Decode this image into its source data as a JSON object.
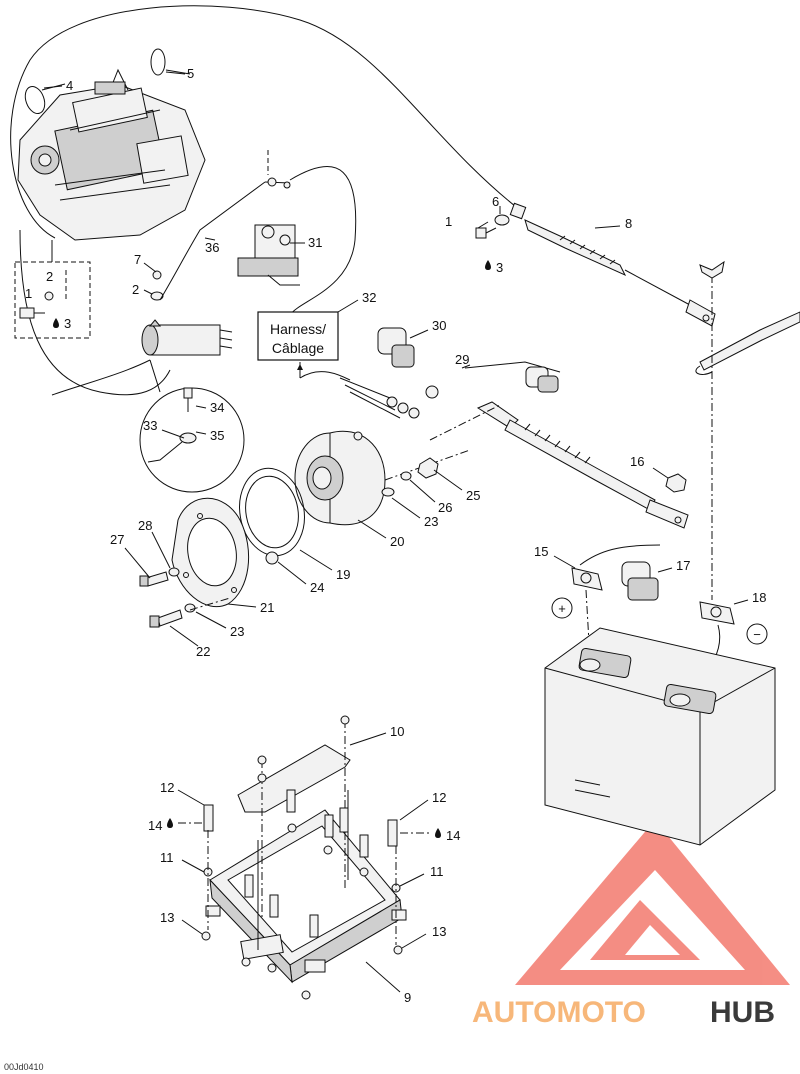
{
  "callouts": {
    "c1a": "1",
    "c1b": "1",
    "c2a": "2",
    "c2b": "2",
    "c3a": "3",
    "c3b": "3",
    "c4": "4",
    "c5": "5",
    "c6": "6",
    "c7": "7",
    "c8": "8",
    "c9": "9",
    "c10": "10",
    "c11a": "11",
    "c11b": "11",
    "c12a": "12",
    "c12b": "12",
    "c13a": "13",
    "c13b": "13",
    "c14a": "14",
    "c14b": "14",
    "c15": "15",
    "c16": "16",
    "c17": "17",
    "c18": "18",
    "c19": "19",
    "c20": "20",
    "c21": "21",
    "c22": "22",
    "c23a": "23",
    "c23b": "23",
    "c24": "24",
    "c25": "25",
    "c26": "26",
    "c27": "27",
    "c28": "28",
    "c29": "29",
    "c30": "30",
    "c31": "31",
    "c32": "32",
    "c33": "33",
    "c34": "34",
    "c35": "35",
    "c36": "36"
  },
  "harness_label": {
    "line1": "Harness/",
    "line2": "Câblage"
  },
  "polarity": {
    "positive": "+",
    "negative": "−"
  },
  "diagram_code": "00Jd0410",
  "watermark": {
    "part1": "AUTOMOTO",
    "part2": "HUB",
    "color1": "#f7b77a",
    "color2": "#3a3a3a",
    "logo_color": "#f37a6e"
  },
  "icons": {
    "drop": "oil-drop-icon"
  }
}
